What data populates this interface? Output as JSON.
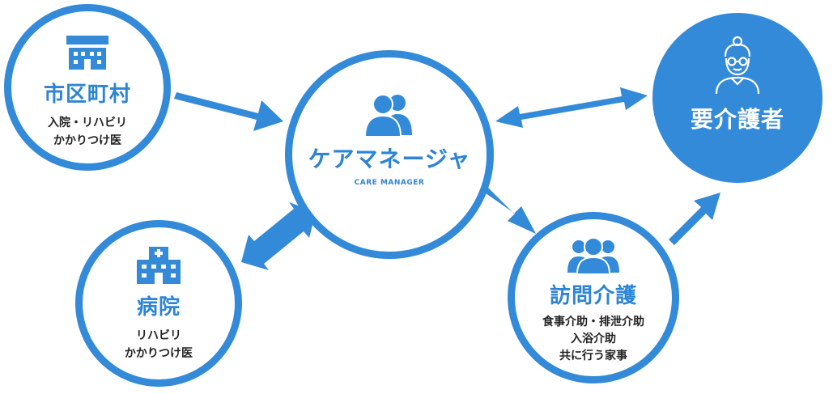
{
  "colors": {
    "accent": "#338ad8",
    "text": "#222222",
    "background": "#ffffff"
  },
  "nodes": {
    "municipality": {
      "title": "市区町村",
      "detail": "入院・リハビリ\nかかりつけ医",
      "icon": "building-icon"
    },
    "hospital": {
      "title": "病院",
      "detail": "リハビリ\nかかりつけ医",
      "icon": "hospital-icon"
    },
    "care_manager": {
      "title": "ケアマネージャ",
      "subtitle": "CARE MANAGER",
      "icon": "people-icon"
    },
    "care_recipient": {
      "title": "要介護者",
      "icon": "elderly-person-icon"
    },
    "home_care": {
      "title": "訪問介護",
      "detail": "食事介助・排泄介助\n入浴介助\n共に行う家事",
      "icon": "group-icon"
    }
  }
}
